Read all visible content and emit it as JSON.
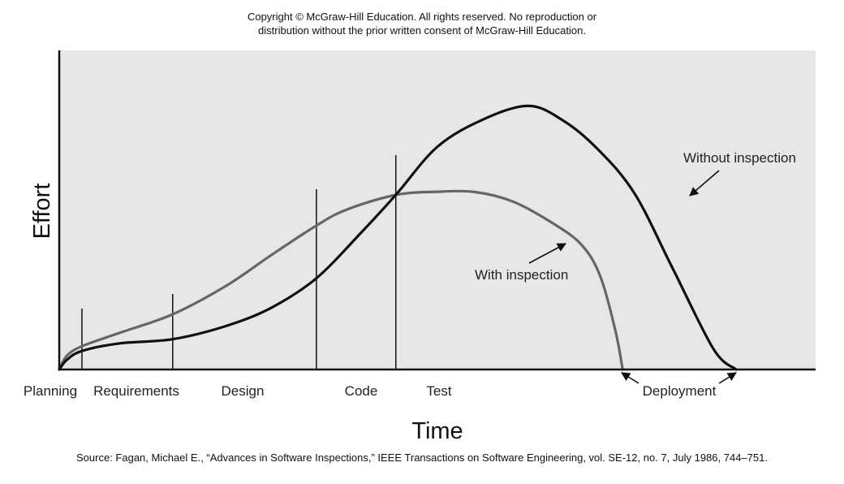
{
  "copyright": {
    "line1": "Copyright © McGraw-Hill Education. All rights reserved. No reproduction or",
    "line2": "distribution without the prior written consent of McGraw-Hill Education."
  },
  "source": "Source: Fagan, Michael E., “Advances in Software Inspections,” IEEE Transactions on Software Engineering, vol. SE-12, no. 7, July 1986, 744–751.",
  "chart_data": {
    "type": "line",
    "xlabel": "Time",
    "ylabel": "Effort",
    "phases": [
      "Planning",
      "Requirements",
      "Design",
      "Code",
      "Test",
      "Deployment"
    ],
    "xlim": [
      0,
      100
    ],
    "ylim": [
      0,
      100
    ],
    "grid": false,
    "plot_background": "#e8e7e8",
    "phase_boundaries": [
      3,
      15,
      34,
      44.5
    ],
    "series": [
      {
        "name": "Without inspection",
        "color": "#111111",
        "x": [
          0,
          1,
          3,
          8,
          15,
          22,
          28,
          34,
          40,
          44.5,
          50,
          56,
          62,
          66.5,
          71,
          76,
          81,
          86.5,
          89.5
        ],
        "y": [
          0,
          3,
          5.8,
          8.2,
          9.5,
          13.6,
          19.3,
          28.6,
          43.1,
          54.7,
          69.8,
          78.3,
          82.6,
          78.2,
          69.5,
          55.4,
          32.2,
          6.4,
          0
        ]
      },
      {
        "name": "With inspection",
        "color": "#666666",
        "x": [
          0,
          1,
          3,
          8,
          15,
          22,
          28,
          34,
          38,
          44.5,
          50,
          55,
          60,
          65,
          69,
          71.5,
          73.5,
          74.5
        ],
        "y": [
          0,
          4.3,
          7.3,
          11.5,
          17.3,
          26.1,
          35.8,
          45.1,
          50.1,
          54.7,
          55.7,
          55.6,
          52.6,
          46.2,
          39.2,
          29.4,
          12.5,
          0
        ]
      }
    ],
    "annotations": [
      {
        "text": "Without inspection",
        "x": 90.5,
        "y": 67.5
      },
      {
        "text": "With inspection",
        "x": 75.5,
        "y": 31
      },
      {
        "text": "Deployment",
        "x": 83,
        "y": -6
      }
    ]
  }
}
